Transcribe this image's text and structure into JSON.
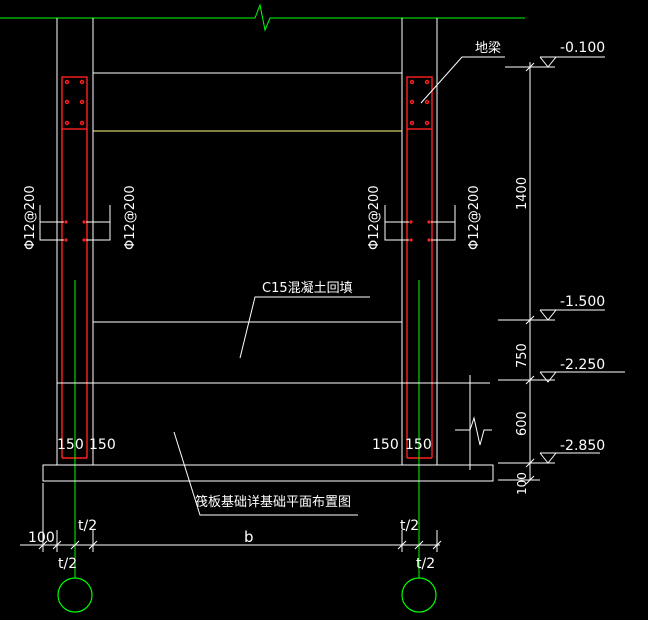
{
  "labels": {
    "ground_beam": "地梁",
    "backfill": "C15混凝土回填",
    "plan_ref": "筏板基础详基础平面布置图",
    "rebar_left_a": "Φ12@200",
    "rebar_left_b": "Φ12@200",
    "rebar_right_a": "Φ12@200",
    "rebar_right_b": "Φ12@200"
  },
  "elevations": {
    "top": "-0.100",
    "mid": "-1.500",
    "lower": "-2.250",
    "bottom": "-2.850"
  },
  "vertical_dims": {
    "d1": "1400",
    "d2": "750",
    "d3": "600",
    "d4": "100"
  },
  "wall_dims": {
    "left_in": "150",
    "left_out": "150",
    "right_in": "150",
    "right_out": "150"
  },
  "bottom_dims": {
    "offset": "100",
    "half_t_left_top": "t/2",
    "half_t_left_bottom": "t/2",
    "span": "b",
    "half_t_right_top": "t/2",
    "half_t_right_bottom": "t/2"
  },
  "colors": {
    "background": "#000000",
    "line": "#ffffff",
    "green": "#00ff00",
    "red": "#ff2020",
    "yellow": "#ffff80"
  }
}
